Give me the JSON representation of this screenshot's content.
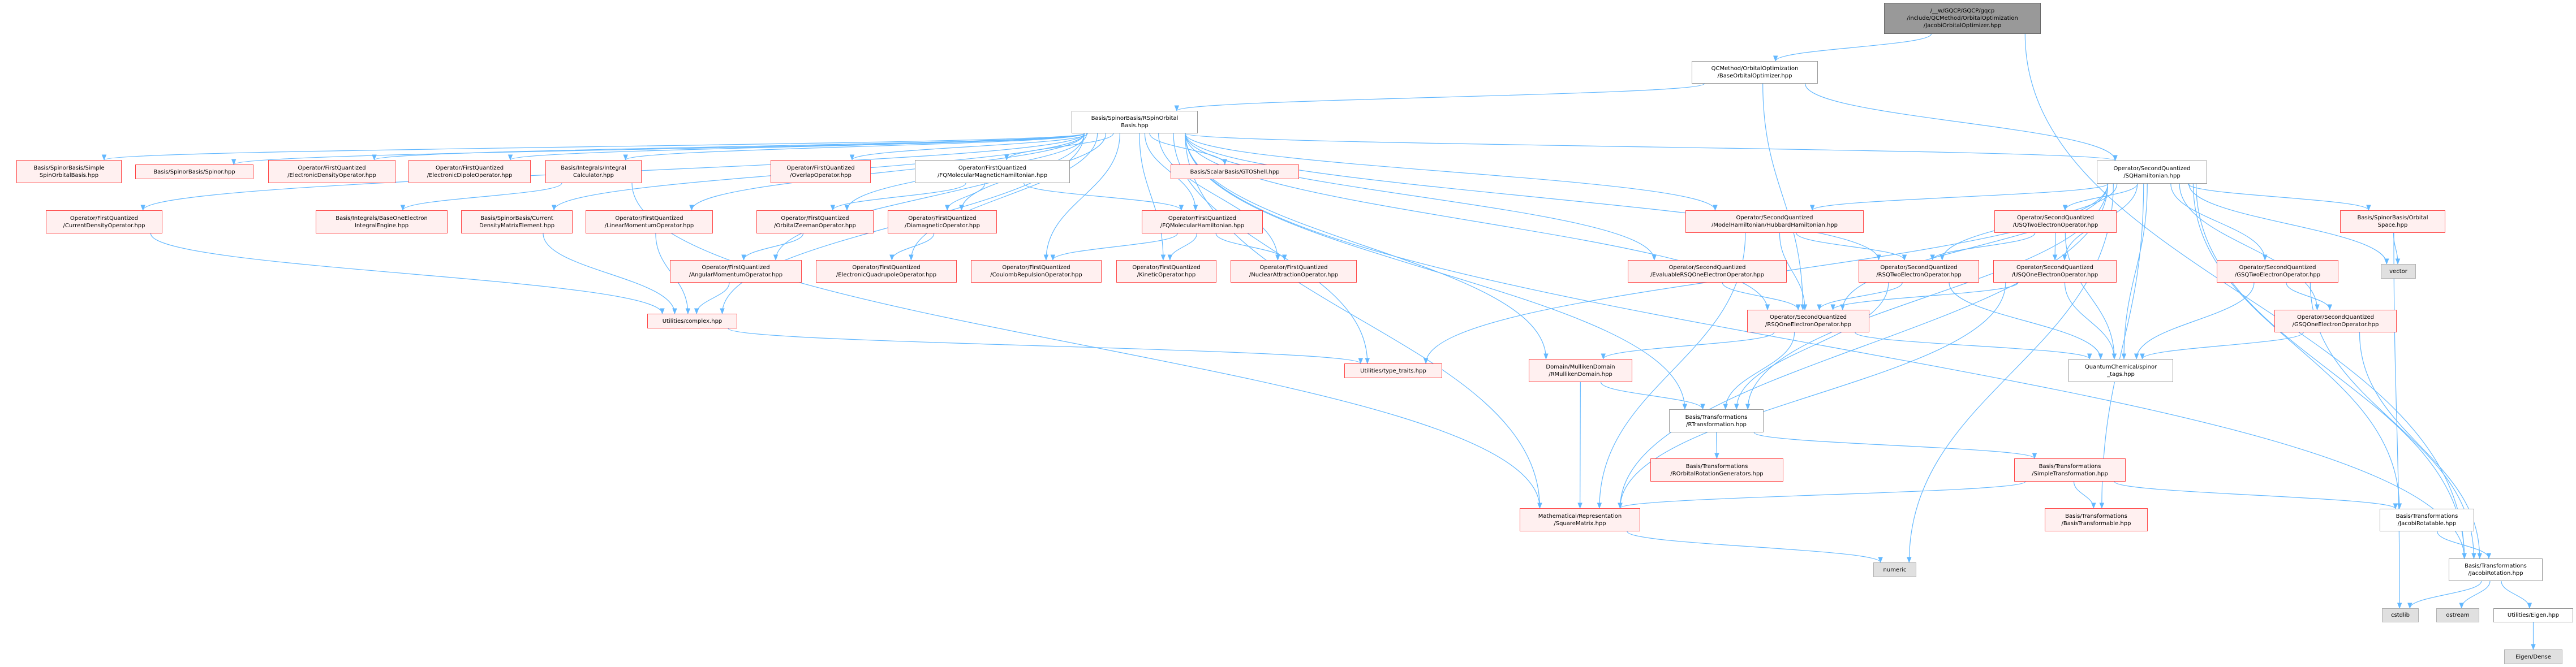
{
  "colors": {
    "edge": "#63b8ff",
    "red_border": "#ff4444",
    "red_fill": "#fff0f0",
    "main_fill": "#999999",
    "sys_fill": "#e0e0e0"
  },
  "graph": {
    "nodes": [
      {
        "id": "main",
        "label": "/__w/GQCP/GQCP/gqcp\n/include/QCMethod/OrbitalOptimization\n/JacobiOrbitalOptimizer.hpp",
        "style": "main"
      },
      {
        "id": "baseopt",
        "label": "QCMethod/OrbitalOptimization\n/BaseOrbitalOptimizer.hpp",
        "style": "plain"
      },
      {
        "id": "rsob",
        "label": "Basis/SpinorBasis/RSpinOrbital\nBasis.hpp",
        "style": "plain"
      },
      {
        "id": "sqham",
        "label": "Operator/SecondQuantized\n/SQHamiltonian.hpp",
        "style": "plain"
      },
      {
        "id": "simplesob",
        "label": "Basis/SpinorBasis/Simple\nSpinOrbitalBasis.hpp",
        "style": "red"
      },
      {
        "id": "spinor",
        "label": "Basis/SpinorBasis/Spinor.hpp",
        "style": "red"
      },
      {
        "id": "edens",
        "label": "Operator/FirstQuantized\n/ElectronicDensityOperator.hpp",
        "style": "red"
      },
      {
        "id": "edip",
        "label": "Operator/FirstQuantized\n/ElectronicDipoleOperator.hpp",
        "style": "red"
      },
      {
        "id": "intcalc",
        "label": "Basis/Integrals/Integral\nCalculator.hpp",
        "style": "red"
      },
      {
        "id": "overlap",
        "label": "Operator/FirstQuantized\n/OverlapOperator.hpp",
        "style": "red"
      },
      {
        "id": "fqmagham",
        "label": "Operator/FirstQuantized\n/FQMolecularMagneticHamiltonian.hpp",
        "style": "plain"
      },
      {
        "id": "gtoshell",
        "label": "Basis/ScalarBasis/GTOShell.hpp",
        "style": "red"
      },
      {
        "id": "curdensop",
        "label": "Operator/FirstQuantized\n/CurrentDensityOperator.hpp",
        "style": "red"
      },
      {
        "id": "baseone",
        "label": "Basis/Integrals/BaseOneElectron\nIntegralEngine.hpp",
        "style": "red"
      },
      {
        "id": "curdensme",
        "label": "Basis/SpinorBasis/Current\nDensityMatrixElement.hpp",
        "style": "red"
      },
      {
        "id": "linmom",
        "label": "Operator/FirstQuantized\n/LinearMomentumOperator.hpp",
        "style": "red"
      },
      {
        "id": "orbzee",
        "label": "Operator/FirstQuantized\n/OrbitalZeemanOperator.hpp",
        "style": "red"
      },
      {
        "id": "diamag",
        "label": "Operator/FirstQuantized\n/DiamagneticOperator.hpp",
        "style": "red"
      },
      {
        "id": "fqmolham",
        "label": "Operator/FirstQuantized\n/FQMolecularHamiltonian.hpp",
        "style": "red"
      },
      {
        "id": "hubbard",
        "label": "Operator/SecondQuantized\n/ModelHamiltonian/HubbardHamiltonian.hpp",
        "style": "red"
      },
      {
        "id": "usqtwo",
        "label": "Operator/SecondQuantized\n/USQTwoElectronOperator.hpp",
        "style": "red"
      },
      {
        "id": "orbspace",
        "label": "Basis/SpinorBasis/Orbital\nSpace.hpp",
        "style": "red"
      },
      {
        "id": "angmom",
        "label": "Operator/FirstQuantized\n/AngularMomentumOperator.hpp",
        "style": "red"
      },
      {
        "id": "equad",
        "label": "Operator/FirstQuantized\n/ElectronicQuadrupoleOperator.hpp",
        "style": "red"
      },
      {
        "id": "coulomb",
        "label": "Operator/FirstQuantized\n/CoulombRepulsionOperator.hpp",
        "style": "red"
      },
      {
        "id": "kinetic",
        "label": "Operator/FirstQuantized\n/KineticOperator.hpp",
        "style": "red"
      },
      {
        "id": "nucatt",
        "label": "Operator/FirstQuantized\n/NuclearAttractionOperator.hpp",
        "style": "red"
      },
      {
        "id": "evalrsq",
        "label": "Operator/SecondQuantized\n/EvaluableRSQOneElectronOperator.hpp",
        "style": "red"
      },
      {
        "id": "rsqtwo",
        "label": "Operator/SecondQuantized\n/RSQTwoElectronOperator.hpp",
        "style": "red"
      },
      {
        "id": "usqone",
        "label": "Operator/SecondQuantized\n/USQOneElectronOperator.hpp",
        "style": "red"
      },
      {
        "id": "gsqtwo",
        "label": "Operator/SecondQuantized\n/GSQTwoElectronOperator.hpp",
        "style": "red"
      },
      {
        "id": "vector",
        "label": "vector",
        "style": "sys"
      },
      {
        "id": "complex",
        "label": "Utilities/complex.hpp",
        "style": "red"
      },
      {
        "id": "rsqone",
        "label": "Operator/SecondQuantized\n/RSQOneElectronOperator.hpp",
        "style": "red"
      },
      {
        "id": "gsqone",
        "label": "Operator/SecondQuantized\n/GSQOneElectronOperator.hpp",
        "style": "red"
      },
      {
        "id": "typetraits",
        "label": "Utilities/type_traits.hpp",
        "style": "red"
      },
      {
        "id": "rmulliken",
        "label": "Domain/MullikenDomain\n/RMullikenDomain.hpp",
        "style": "red"
      },
      {
        "id": "spinortags",
        "label": "QuantumChemical/spinor\n_tags.hpp",
        "style": "plain"
      },
      {
        "id": "rtrans",
        "label": "Basis/Transformations\n/RTransformation.hpp",
        "style": "plain"
      },
      {
        "id": "rorbrot",
        "label": "Basis/Transformations\n/ROrbitalRotationGenerators.hpp",
        "style": "red"
      },
      {
        "id": "simpletrans",
        "label": "Basis/Transformations\n/SimpleTransformation.hpp",
        "style": "red"
      },
      {
        "id": "sqmatrix",
        "label": "Mathematical/Representation\n/SquareMatrix.hpp",
        "style": "red"
      },
      {
        "id": "basistrans",
        "label": "Basis/Transformations\n/BasisTransformable.hpp",
        "style": "red"
      },
      {
        "id": "jacrotatable",
        "label": "Basis/Transformations\n/JacobiRotatable.hpp",
        "style": "plain"
      },
      {
        "id": "numeric",
        "label": "numeric",
        "style": "sys"
      },
      {
        "id": "jacrot",
        "label": "Basis/Transformations\n/JacobiRotation.hpp",
        "style": "plain"
      },
      {
        "id": "cstdlib",
        "label": "cstdlib",
        "style": "sys"
      },
      {
        "id": "ostream",
        "label": "ostream",
        "style": "sys"
      },
      {
        "id": "eigenhpp",
        "label": "Utilities/Eigen.hpp",
        "style": "plain"
      },
      {
        "id": "eigendense",
        "label": "Eigen/Dense",
        "style": "sys"
      }
    ],
    "edges": [
      [
        "main",
        "baseopt"
      ],
      [
        "main",
        "jacrot"
      ],
      [
        "baseopt",
        "rsob"
      ],
      [
        "baseopt",
        "sqham"
      ],
      [
        "baseopt",
        "rsqone"
      ],
      [
        "rsob",
        "simplesob"
      ],
      [
        "rsob",
        "spinor"
      ],
      [
        "rsob",
        "edens"
      ],
      [
        "rsob",
        "edip"
      ],
      [
        "rsob",
        "intcalc"
      ],
      [
        "rsob",
        "overlap"
      ],
      [
        "rsob",
        "fqmagham"
      ],
      [
        "rsob",
        "gtoshell"
      ],
      [
        "rsob",
        "curdensop"
      ],
      [
        "rsob",
        "curdensme"
      ],
      [
        "rsob",
        "linmom"
      ],
      [
        "rsob",
        "orbzee"
      ],
      [
        "rsob",
        "angmom"
      ],
      [
        "rsob",
        "equad"
      ],
      [
        "rsob",
        "diamag"
      ],
      [
        "rsob",
        "fqmolham"
      ],
      [
        "rsob",
        "coulomb"
      ],
      [
        "rsob",
        "kinetic"
      ],
      [
        "rsob",
        "nucatt"
      ],
      [
        "rsob",
        "complex"
      ],
      [
        "rsob",
        "typetraits"
      ],
      [
        "rsob",
        "sqmatrix"
      ],
      [
        "rsob",
        "rmulliken"
      ],
      [
        "rsob",
        "rtrans"
      ],
      [
        "rsob",
        "sqham"
      ],
      [
        "rsob",
        "hubbard"
      ],
      [
        "rsob",
        "rsqone"
      ],
      [
        "rsob",
        "rsqtwo"
      ],
      [
        "rsob",
        "jacrot"
      ],
      [
        "rsob",
        "evalrsq"
      ],
      [
        "intcalc",
        "baseone"
      ],
      [
        "intcalc",
        "sqmatrix"
      ],
      [
        "curdensop",
        "complex"
      ],
      [
        "curdensme",
        "complex"
      ],
      [
        "linmom",
        "complex"
      ],
      [
        "angmom",
        "complex"
      ],
      [
        "orbzee",
        "angmom"
      ],
      [
        "fqmagham",
        "orbzee"
      ],
      [
        "fqmagham",
        "diamag"
      ],
      [
        "fqmagham",
        "fqmolham"
      ],
      [
        "diamag",
        "equad"
      ],
      [
        "fqmolham",
        "coulomb"
      ],
      [
        "fqmolham",
        "kinetic"
      ],
      [
        "fqmolham",
        "nucatt"
      ],
      [
        "complex",
        "typetraits"
      ],
      [
        "sqham",
        "hubbard"
      ],
      [
        "sqham",
        "usqtwo"
      ],
      [
        "sqham",
        "orbspace"
      ],
      [
        "sqham",
        "rsqtwo"
      ],
      [
        "sqham",
        "usqone"
      ],
      [
        "sqham",
        "gsqtwo"
      ],
      [
        "sqham",
        "vector"
      ],
      [
        "sqham",
        "rsqone"
      ],
      [
        "sqham",
        "gsqone"
      ],
      [
        "sqham",
        "spinortags"
      ],
      [
        "sqham",
        "typetraits"
      ],
      [
        "sqham",
        "basistrans"
      ],
      [
        "sqham",
        "jacrotatable"
      ],
      [
        "sqham",
        "jacrot"
      ],
      [
        "sqham",
        "numeric"
      ],
      [
        "sqham",
        "rtrans"
      ],
      [
        "sqham",
        "sqmatrix"
      ],
      [
        "hubbard",
        "rsqone"
      ],
      [
        "hubbard",
        "rsqtwo"
      ],
      [
        "hubbard",
        "sqmatrix"
      ],
      [
        "usqtwo",
        "rsqtwo"
      ],
      [
        "usqtwo",
        "usqone"
      ],
      [
        "usqtwo",
        "spinortags"
      ],
      [
        "usqone",
        "rsqone"
      ],
      [
        "usqone",
        "spinortags"
      ],
      [
        "usqone",
        "sqmatrix"
      ],
      [
        "gsqtwo",
        "gsqone"
      ],
      [
        "gsqtwo",
        "spinortags"
      ],
      [
        "gsqtwo",
        "jacrot"
      ],
      [
        "gsqone",
        "spinortags"
      ],
      [
        "gsqone",
        "jacrot"
      ],
      [
        "orbspace",
        "vector"
      ],
      [
        "orbspace",
        "cstdlib"
      ],
      [
        "rsqtwo",
        "rsqone"
      ],
      [
        "rsqtwo",
        "spinortags"
      ],
      [
        "rsqtwo",
        "rtrans"
      ],
      [
        "evalrsq",
        "rsqone"
      ],
      [
        "rsqone",
        "rmulliken"
      ],
      [
        "rsqone",
        "rtrans"
      ],
      [
        "rsqone",
        "spinortags"
      ],
      [
        "rmulliken",
        "rtrans"
      ],
      [
        "rmulliken",
        "sqmatrix"
      ],
      [
        "rtrans",
        "rorbrot"
      ],
      [
        "rtrans",
        "simpletrans"
      ],
      [
        "simpletrans",
        "sqmatrix"
      ],
      [
        "simpletrans",
        "basistrans"
      ],
      [
        "simpletrans",
        "jacrotatable"
      ],
      [
        "sqmatrix",
        "numeric"
      ],
      [
        "jacrotatable",
        "jacrot"
      ],
      [
        "jacrot",
        "cstdlib"
      ],
      [
        "jacrot",
        "ostream"
      ],
      [
        "jacrot",
        "eigenhpp"
      ],
      [
        "eigenhpp",
        "eigendense"
      ]
    ]
  }
}
